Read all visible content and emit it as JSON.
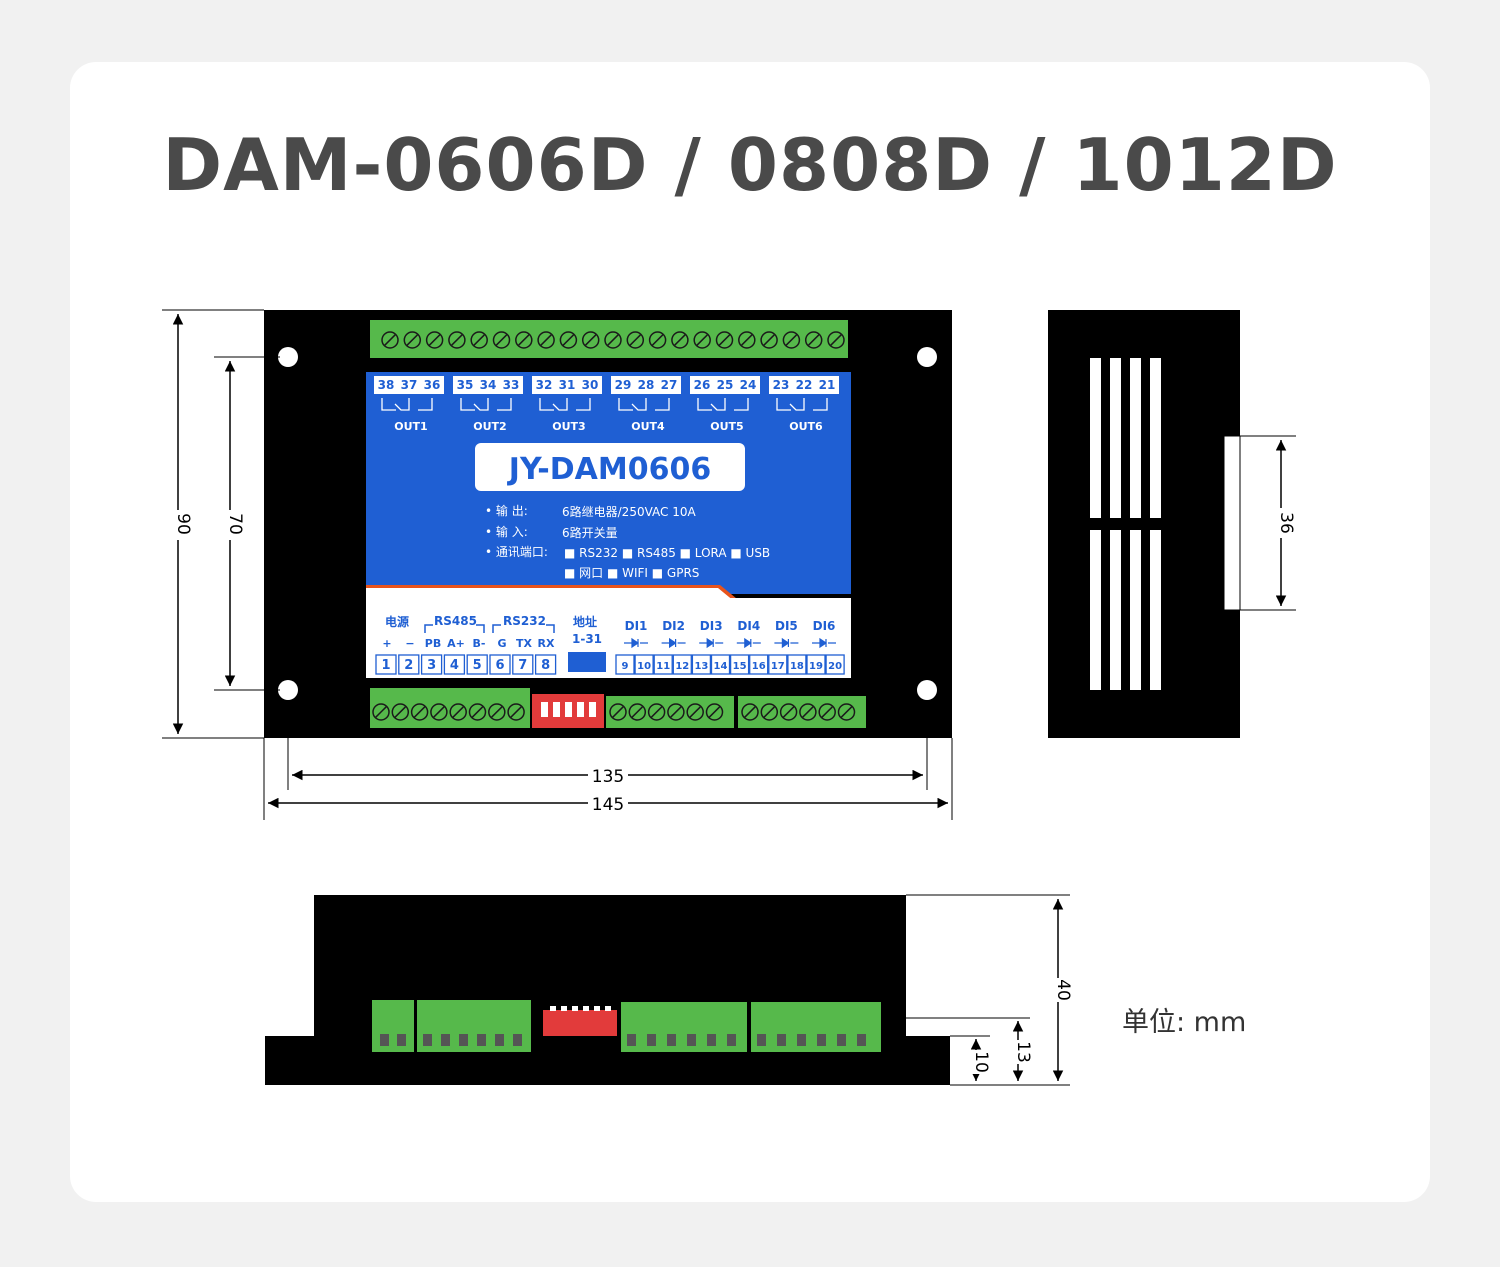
{
  "title": "DAM-0606D / 0808D / 1012D",
  "model_label": "JY-DAM0606",
  "relay_terminals": [
    [
      "38",
      "37",
      "36"
    ],
    [
      "35",
      "34",
      "33"
    ],
    [
      "32",
      "31",
      "30"
    ],
    [
      "29",
      "28",
      "27"
    ],
    [
      "26",
      "25",
      "24"
    ],
    [
      "23",
      "22",
      "21"
    ]
  ],
  "outputs": [
    "OUT1",
    "OUT2",
    "OUT3",
    "OUT4",
    "OUT5",
    "OUT6"
  ],
  "specs": {
    "output_key": "• 输    出:",
    "output_val": "6路继电器/250VAC 10A",
    "input_key": "• 输    入:",
    "input_val": "6路开关量",
    "comm_key": "• 通讯端口:",
    "comm_row1": "■ RS232  ■ RS485  ■ LORA  ■ USB",
    "comm_row2": "■ 网口    ■ WIFI    ■ GPRS"
  },
  "bottom_groups": {
    "power": "电源",
    "rs485": "RS485",
    "rs232": "RS232",
    "address": "地址",
    "address_range": "1-31"
  },
  "bottom_pin_labels": [
    "+",
    "−",
    "PB",
    "A+",
    "B-",
    "G",
    "TX",
    "RX"
  ],
  "bottom_left_terminals": [
    "1",
    "2",
    "3",
    "4",
    "5",
    "6",
    "7",
    "8"
  ],
  "di_labels": [
    "DI1",
    "DI2",
    "DI3",
    "DI4",
    "DI5",
    "DI6"
  ],
  "bottom_right_terminals": [
    "9",
    "10",
    "11",
    "12",
    "13",
    "14",
    "15",
    "16",
    "17",
    "18",
    "19",
    "20"
  ],
  "dimensions": {
    "height_total": "90",
    "height_holes": "70",
    "width_holes": "135",
    "width_total": "145",
    "side_width": "36",
    "depth_total": "40",
    "depth_step": "13",
    "depth_base": "10"
  },
  "unit_text": "单位: mm",
  "colors": {
    "board_blue": "#1f5fd3",
    "terminal_green": "#56b94b",
    "accent_orange": "#e8541c",
    "dip_red": "#e23b3b",
    "body_black": "#000000"
  }
}
